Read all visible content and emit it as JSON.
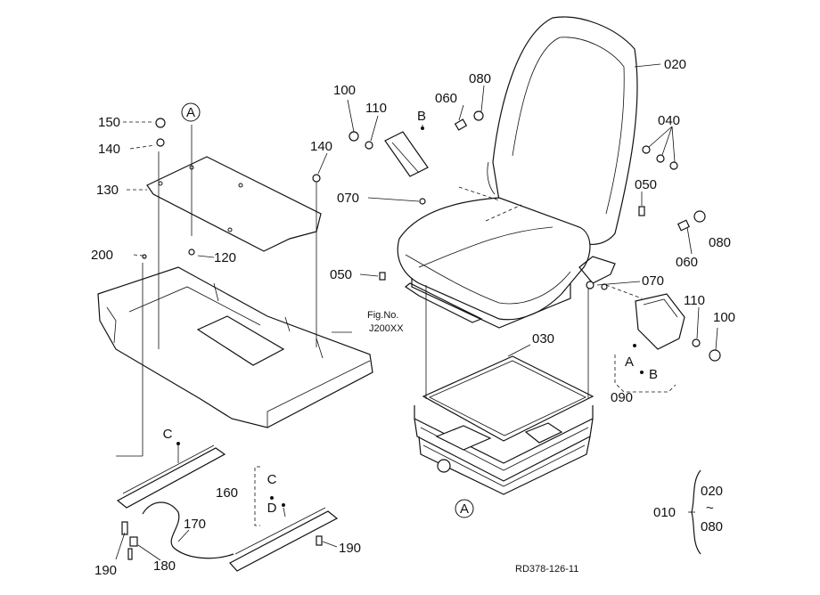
{
  "diagram": {
    "drawing_code": "RD378-126-11",
    "fig_ref": {
      "line1": "Fig.No.",
      "line2": "J200XX"
    },
    "reference_marks": {
      "a": "A",
      "b": "B",
      "c": "C",
      "d": "D"
    },
    "set_range": {
      "from": "020",
      "sep": "~",
      "to": "080"
    },
    "parts": {
      "p010": "010",
      "p020": "020",
      "p030": "030",
      "p040": "040",
      "p050": "050",
      "p060": "060",
      "p070": "070",
      "p080": "080",
      "p090": "090",
      "p100": "100",
      "p110": "110",
      "p120": "120",
      "p130": "130",
      "p140": "140",
      "p150": "150",
      "p160": "160",
      "p170": "170",
      "p180": "180",
      "p190": "190",
      "p200": "200"
    }
  }
}
